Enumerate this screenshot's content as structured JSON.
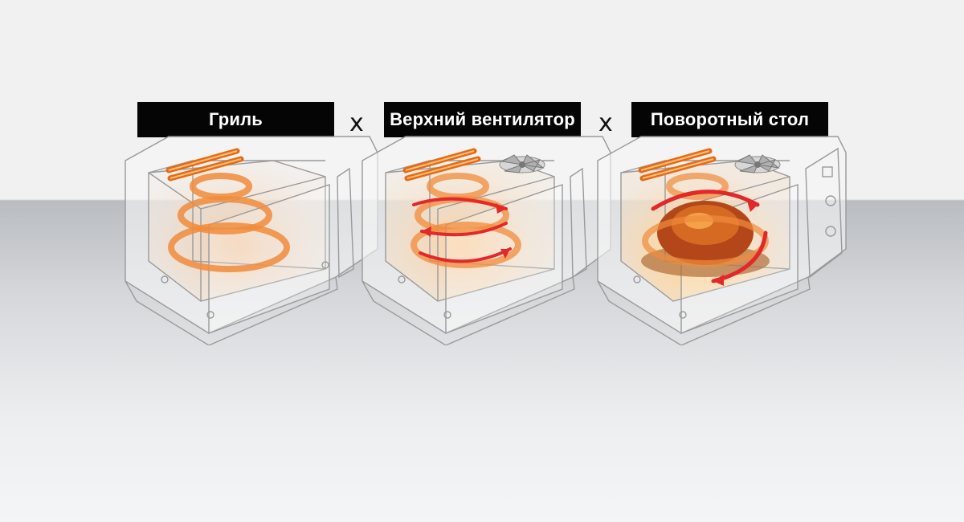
{
  "modes": [
    {
      "label": "Гриль",
      "fan": false,
      "turntable": false
    },
    {
      "label": "Верхний вентилятор",
      "fan": true,
      "turntable": false
    },
    {
      "label": "Поворотный стол",
      "fan": true,
      "turntable": true
    }
  ],
  "operator": "x",
  "colors": {
    "heat": "#f08c3c",
    "arrow": "#e3282a",
    "label_bg": "#050505",
    "label_text": "#ffffff"
  }
}
